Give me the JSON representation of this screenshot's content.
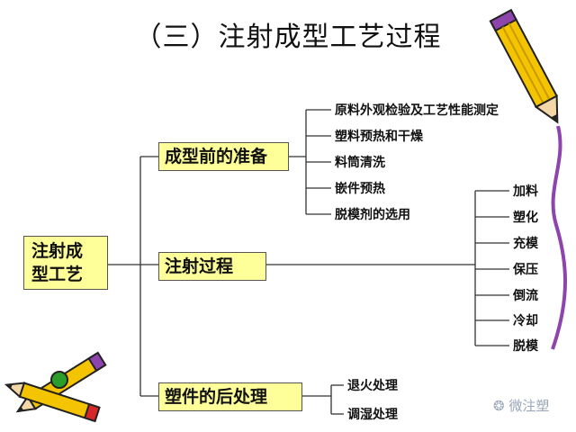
{
  "title": "（三）注射成型工艺过程",
  "root": {
    "line1": "注射成",
    "line2": "型工艺"
  },
  "stages": [
    {
      "label": "成型前的准备",
      "items": [
        "原料外观检验及工艺性能测定",
        "塑料预热和干燥",
        "料筒清洗",
        "嵌件预热",
        "脱模剂的选用"
      ]
    },
    {
      "label": "注射过程",
      "items": [
        "加料",
        "塑化",
        "充模",
        "保压",
        "倒流",
        "冷却",
        "脱模"
      ]
    },
    {
      "label": "塑件的后处理",
      "items": [
        "退火处理",
        "调湿处理"
      ]
    }
  ],
  "watermark": "微注塑",
  "colors": {
    "box_fill": "#ffff99",
    "line": "#333333",
    "pencil_yellow": "#f5c400",
    "pencil_purple": "#8e44ad"
  }
}
